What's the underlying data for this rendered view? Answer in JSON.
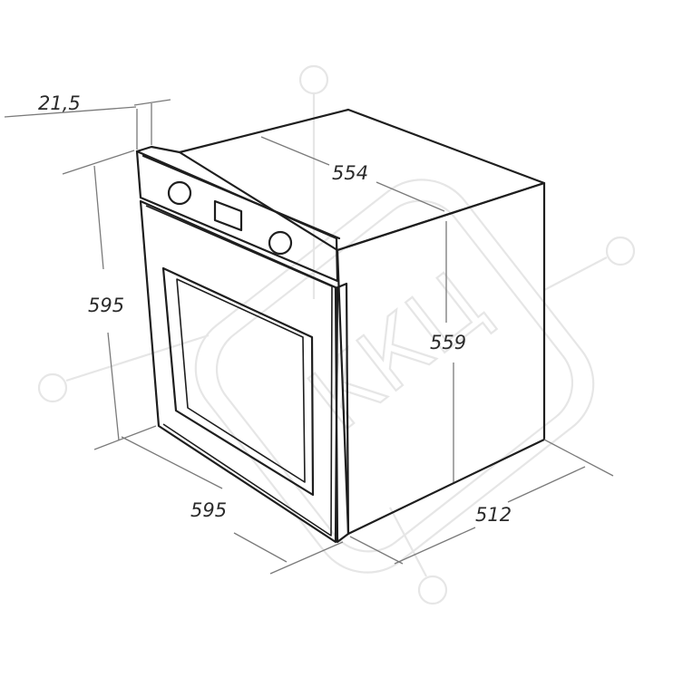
{
  "dimensions": {
    "panel_thickness": "21,5",
    "height_front": "595",
    "width_front": "595",
    "body_width": "554",
    "body_height": "559",
    "body_depth": "512"
  },
  "watermark": {
    "text": "ККЦ"
  },
  "colors": {
    "line": "#1e1e1e",
    "dimension_line": "#7a7a7a",
    "label": "#2a2a2a",
    "watermark": "#e6e6e6"
  }
}
